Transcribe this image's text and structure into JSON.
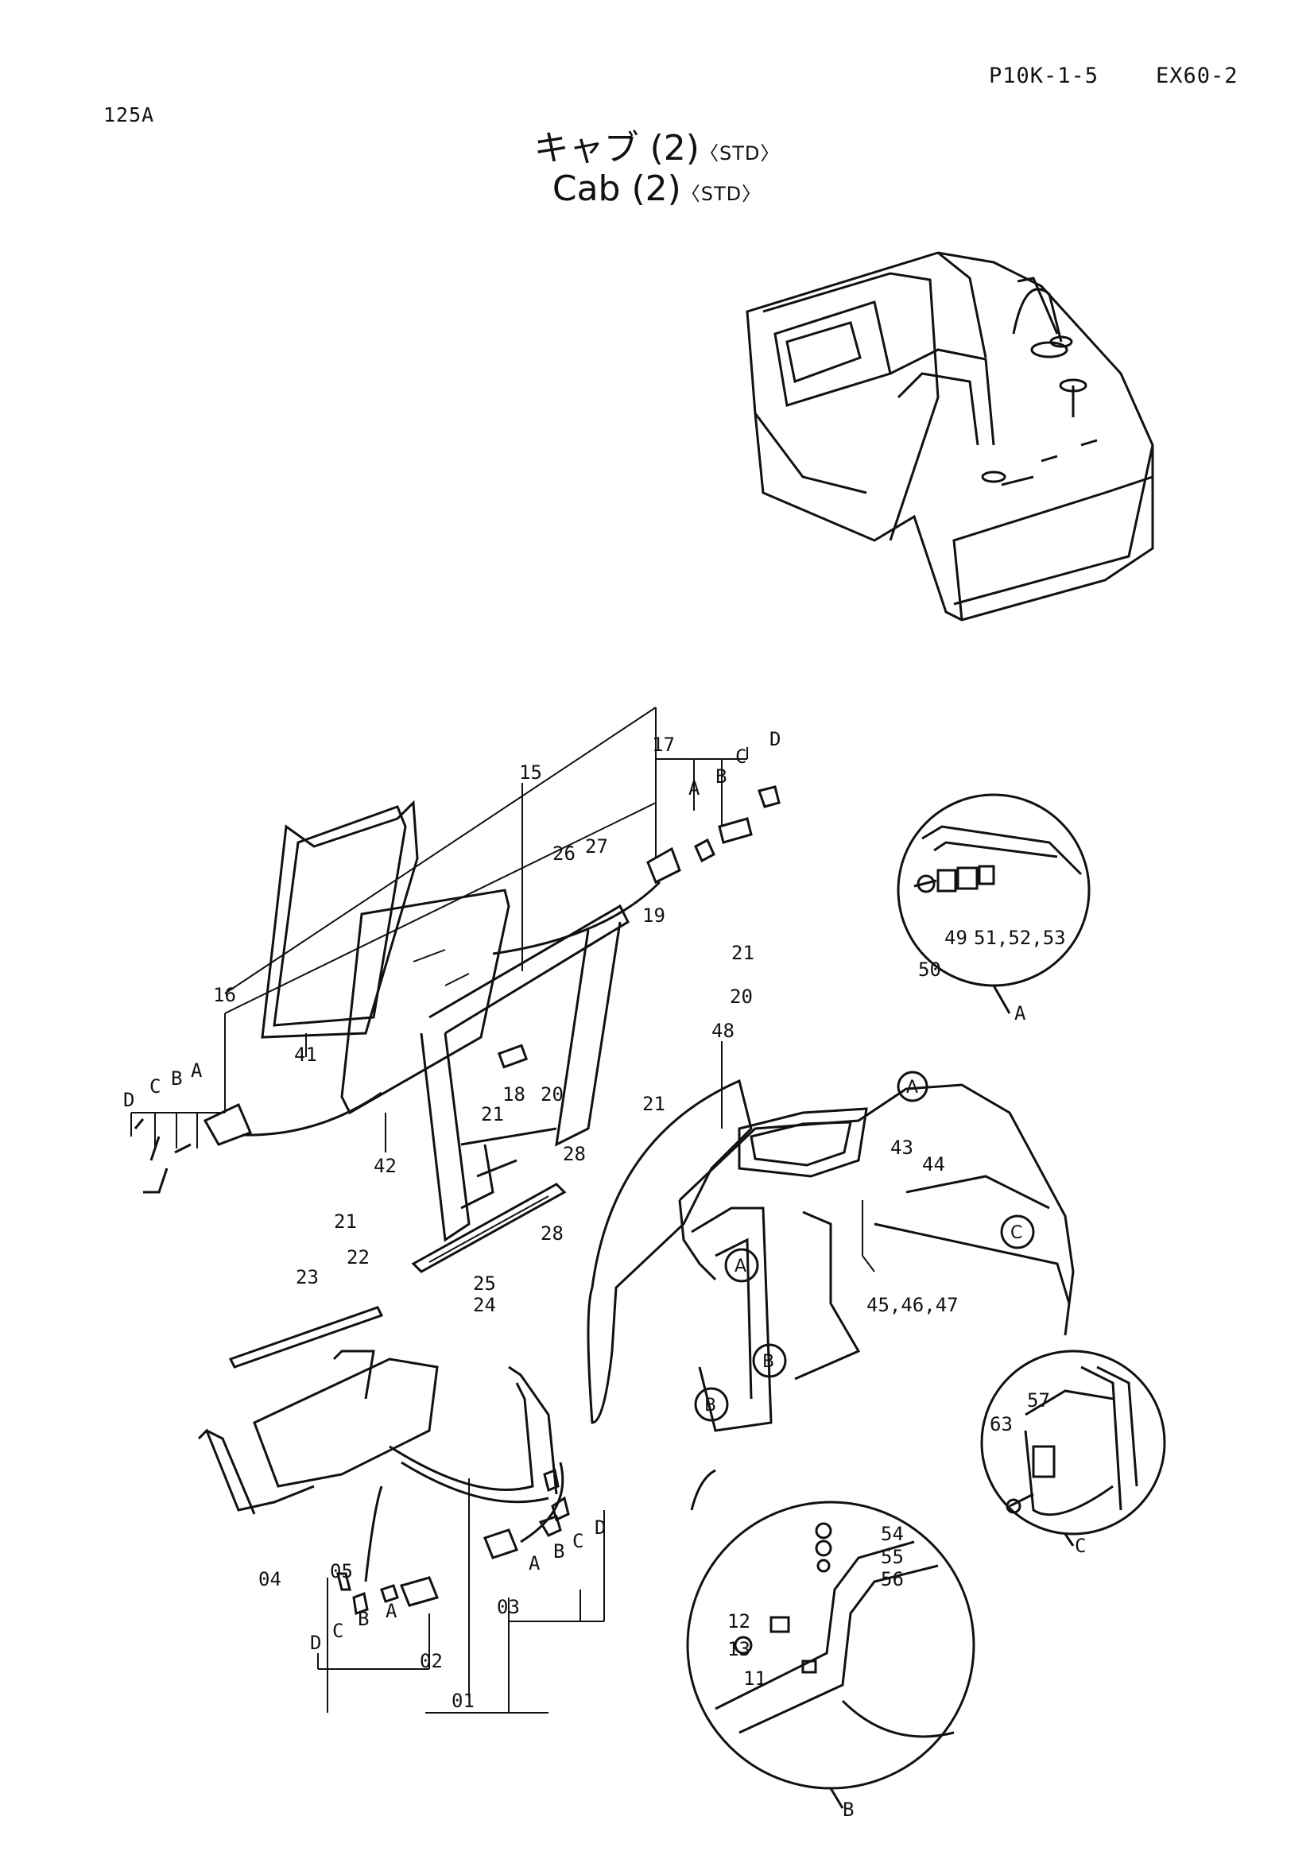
{
  "header": {
    "doc_no": "P10K-1-5",
    "model": "EX60-2",
    "page_no": "125A"
  },
  "title": {
    "ja": "キャブ (2)",
    "en": "Cab (2)",
    "variant": "〈STD〉"
  },
  "part_labels": [
    "01",
    "02",
    "03",
    "04",
    "05",
    "11",
    "12",
    "13",
    "15",
    "16",
    "17",
    "18",
    "19",
    "20",
    "21",
    "22",
    "23",
    "24",
    "25",
    "26",
    "27",
    "28",
    "41",
    "42",
    "43",
    "44",
    "45,46,47",
    "48",
    "49",
    "50",
    "51,52,53",
    "54",
    "55",
    "56",
    "57",
    "63"
  ],
  "sub_labels": [
    "A",
    "B",
    "C",
    "D"
  ],
  "callouts": {
    "a": "A",
    "b": "B",
    "c": "C"
  },
  "detail_views": {
    "a": "A",
    "b": "B",
    "c": "C"
  },
  "labels": {
    "l01": "01",
    "l02": "02",
    "l03": "03",
    "l04": "04",
    "l05": "05",
    "l11": "11",
    "l12": "12",
    "l13": "13",
    "l15": "15",
    "l16": "16",
    "l17": "17",
    "l18": "18",
    "l19": "19",
    "l20a": "20",
    "l20b": "20",
    "l21a": "21",
    "l21b": "21",
    "l21c": "21",
    "l21d": "21",
    "l22": "22",
    "l23": "23",
    "l24": "24",
    "l25": "25",
    "l26": "26",
    "l27": "27",
    "l28a": "28",
    "l28b": "28",
    "l41": "41",
    "l42": "42",
    "l43": "43",
    "l44": "44",
    "l45": "45,46,47",
    "l48": "48",
    "l49": "49",
    "l50": "50",
    "l51": "51,52,53",
    "l54": "54",
    "l55": "55",
    "l56": "56",
    "l57": "57",
    "l63": "63"
  }
}
